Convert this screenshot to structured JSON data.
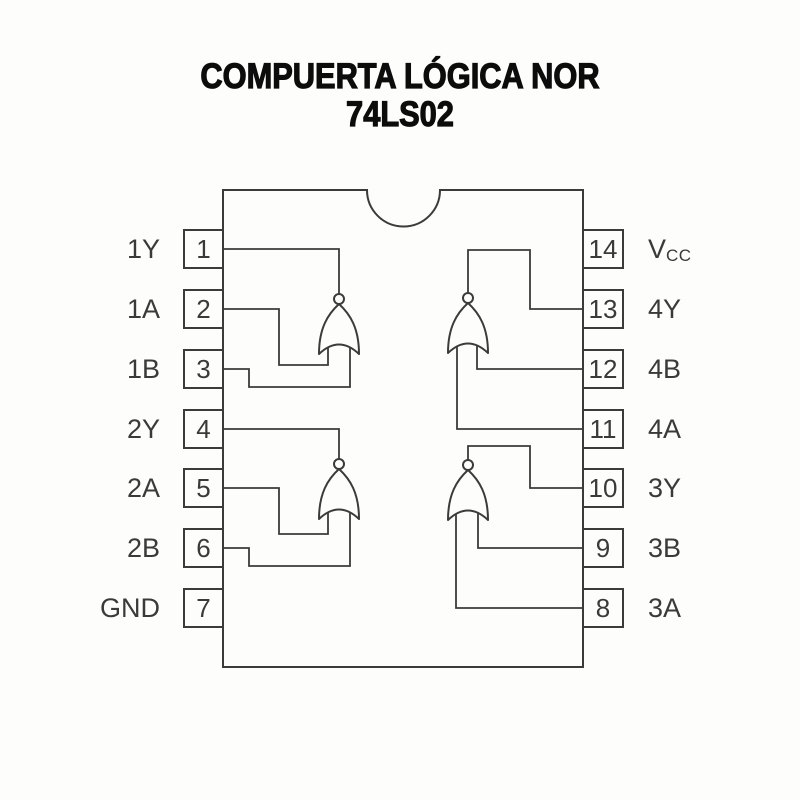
{
  "title": {
    "line1": "COMPUERTA LÓGICA NOR",
    "line2": "74LS02"
  },
  "ic": {
    "package": "DIP-14",
    "left_pins": [
      {
        "number": "1",
        "label": "1Y"
      },
      {
        "number": "2",
        "label": "1A"
      },
      {
        "number": "3",
        "label": "1B"
      },
      {
        "number": "4",
        "label": "2Y"
      },
      {
        "number": "5",
        "label": "2A"
      },
      {
        "number": "6",
        "label": "2B"
      },
      {
        "number": "7",
        "label": "GND"
      }
    ],
    "right_pins": [
      {
        "number": "14",
        "label": "V",
        "label_sub": "CC"
      },
      {
        "number": "13",
        "label": "4Y"
      },
      {
        "number": "12",
        "label": "4B"
      },
      {
        "number": "11",
        "label": "4A"
      },
      {
        "number": "10",
        "label": "3Y"
      },
      {
        "number": "9",
        "label": "3B"
      },
      {
        "number": "8",
        "label": "3A"
      }
    ]
  },
  "icons": {
    "gate_symbol": "nor-gate-symbol",
    "inversion_bubble": "small-circle-on-gate-apex",
    "orientation_notch": "semicircle-notch-top-center"
  },
  "colors": {
    "line": "#3b3b3b",
    "title": "#0c0c0c",
    "background": "#fdfdfb"
  }
}
